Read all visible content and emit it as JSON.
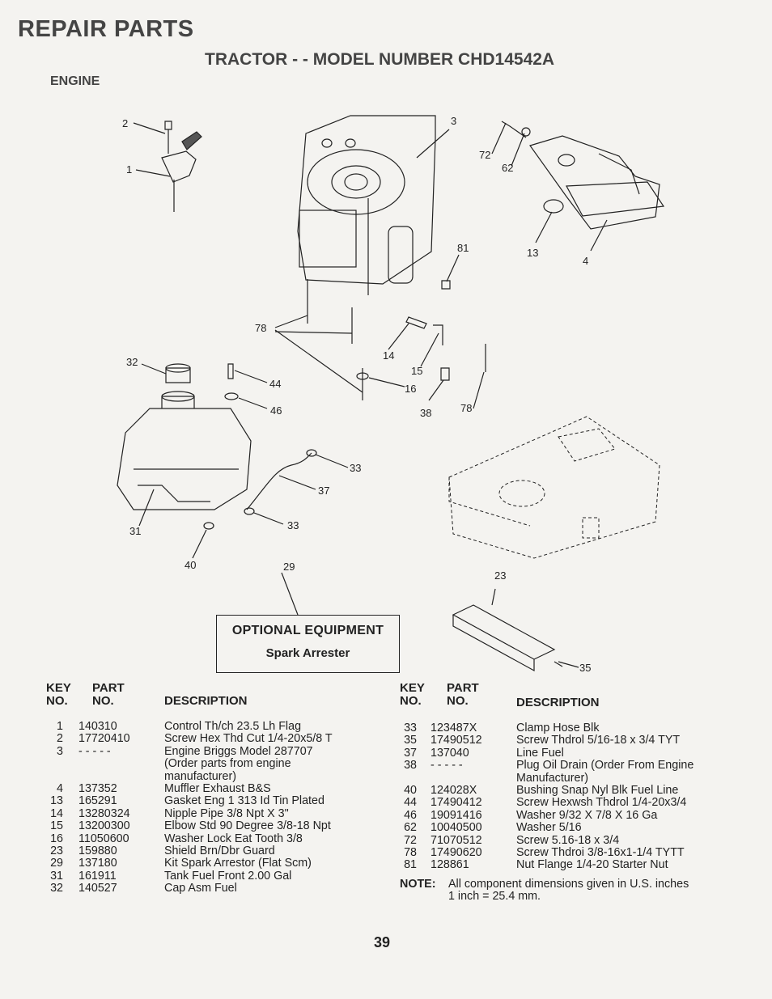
{
  "header": {
    "title": "REPAIR PARTS",
    "subtitle": "TRACTOR - - MODEL NUMBER CHD14542A",
    "section": "ENGINE"
  },
  "callouts": {
    "c2": "2",
    "c1": "1",
    "c3": "3",
    "c72": "72",
    "c62": "62",
    "c81": "81",
    "c13": "13",
    "c4": "4",
    "c78a": "78",
    "c14": "14",
    "c15": "15",
    "c16": "16",
    "c38": "38",
    "c78b": "78",
    "c32": "32",
    "c44": "44",
    "c46": "46",
    "c33a": "33",
    "c37": "37",
    "c33b": "33",
    "c31": "31",
    "c40": "40",
    "c29": "29",
    "c23": "23",
    "c35": "35"
  },
  "optional": {
    "title": "OPTIONAL EQUIPMENT",
    "item": "Spark Arrester"
  },
  "table_headers": {
    "key_line1": "KEY",
    "key_line2": "NO.",
    "part_line1": "PART",
    "part_line2": "NO.",
    "description": "DESCRIPTION"
  },
  "left_parts": [
    {
      "key": "1",
      "part": "140310",
      "desc": [
        "Control Th/ch 23.5 Lh Flag"
      ]
    },
    {
      "key": "2",
      "part": "17720410",
      "desc": [
        "Screw Hex Thd Cut 1/4-20x5/8 T"
      ]
    },
    {
      "key": "3",
      "part": "- - - - -",
      "desc": [
        "Engine Briggs Model 287707",
        "(Order parts from engine",
        "manufacturer)"
      ]
    },
    {
      "key": "4",
      "part": "137352",
      "desc": [
        "Muffler Exhaust B&S"
      ]
    },
    {
      "key": "13",
      "part": "165291",
      "desc": [
        "Gasket Eng 1 313 Id Tin Plated"
      ]
    },
    {
      "key": "14",
      "part": "13280324",
      "desc": [
        "Nipple Pipe 3/8 Npt X 3\""
      ]
    },
    {
      "key": "15",
      "part": "13200300",
      "desc": [
        "Elbow Std 90 Degree 3/8-18 Npt"
      ]
    },
    {
      "key": "16",
      "part": "11050600",
      "desc": [
        "Washer Lock Eat Tooth 3/8"
      ]
    },
    {
      "key": "23",
      "part": "159880",
      "desc": [
        "Shield Brn/Dbr Guard"
      ]
    },
    {
      "key": "29",
      "part": "137180",
      "desc": [
        "Kit Spark Arrestor (Flat Scm)"
      ]
    },
    {
      "key": "31",
      "part": "161911",
      "desc": [
        "Tank Fuel Front 2.00 Gal"
      ]
    },
    {
      "key": "32",
      "part": "140527",
      "desc": [
        "Cap Asm Fuel"
      ]
    }
  ],
  "right_parts": [
    {
      "key": "33",
      "part": "123487X",
      "desc": [
        "Clamp Hose Blk"
      ]
    },
    {
      "key": "35",
      "part": "17490512",
      "desc": [
        "Screw Thdrol 5/16-18 x 3/4 TYT"
      ]
    },
    {
      "key": "37",
      "part": "137040",
      "desc": [
        "Line Fuel"
      ]
    },
    {
      "key": "38",
      "part": "- - - - -",
      "desc": [
        "Plug Oil Drain (Order From Engine",
        "Manufacturer)"
      ]
    },
    {
      "key": "40",
      "part": "124028X",
      "desc": [
        "Bushing Snap Nyl Blk Fuel Line"
      ]
    },
    {
      "key": "44",
      "part": "17490412",
      "desc": [
        "Screw Hexwsh Thdrol 1/4-20x3/4"
      ]
    },
    {
      "key": "46",
      "part": "19091416",
      "desc": [
        "Washer 9/32 X 7/8 X 16 Ga"
      ]
    },
    {
      "key": "62",
      "part": "10040500",
      "desc": [
        "Washer 5/16"
      ]
    },
    {
      "key": "72",
      "part": "71070512",
      "desc": [
        "Screw 5.16-18 x 3/4"
      ]
    },
    {
      "key": "78",
      "part": "17490620",
      "desc": [
        "Screw Thdroi 3/8-16x1-1/4 TYTT"
      ]
    },
    {
      "key": "81",
      "part": "128861",
      "desc": [
        "Nut Flange 1/4-20 Starter Nut"
      ]
    }
  ],
  "note": {
    "label": "NOTE:",
    "line1": "All component dimensions given in U.S. inches",
    "line2": "1 inch = 25.4 mm."
  },
  "page_number": "39"
}
